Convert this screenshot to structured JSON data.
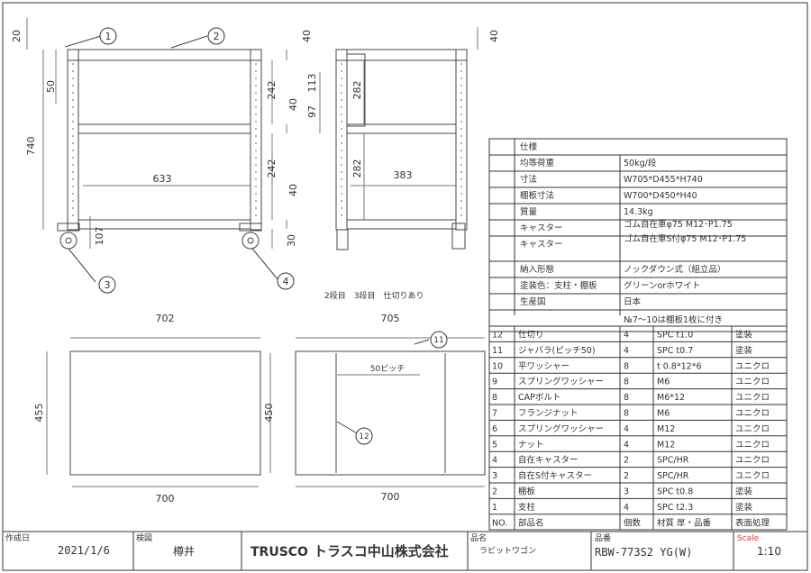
{
  "spec": {
    "header": "仕様",
    "rows": [
      {
        "label": "均等荷重",
        "value": "50kg/段"
      },
      {
        "label": "寸法",
        "value": "W705*D455*H740"
      },
      {
        "label": "棚板寸法",
        "value": "W700*D450*H40"
      },
      {
        "label": "質量",
        "value": "14.3kg"
      },
      {
        "label": "キャスター",
        "value": "ゴム自在車φ75 M12･P1.75"
      },
      {
        "label": "キャスター",
        "value": "ゴム自在車S付φ75 M12･P1.75"
      },
      {
        "label": "納入形態",
        "value": "ノックダウン式（組立品）"
      },
      {
        "label": "塗装色：支柱・棚板",
        "value": "グリーンorホワイト"
      },
      {
        "label": "生産国",
        "value": "日本"
      }
    ],
    "note": "№7～10は棚板1枚に付き"
  },
  "parts": [
    {
      "no": "12",
      "name": "仕切り",
      "qty": "4",
      "material": "SPC  t1.0",
      "finish": "塗装"
    },
    {
      "no": "11",
      "name": "ジャバラ(ピッチ50)",
      "qty": "4",
      "material": "SPC  t0.7",
      "finish": "塗装"
    },
    {
      "no": "10",
      "name": "平ワッシャー",
      "qty": "8",
      "material": "t 0.8*12*6",
      "finish": "ユニクロ"
    },
    {
      "no": "9",
      "name": "スプリングワッシャー",
      "qty": "8",
      "material": "M6",
      "finish": "ユニクロ"
    },
    {
      "no": "8",
      "name": "CAPボルト",
      "qty": "8",
      "material": "M6*12",
      "finish": "ユニクロ"
    },
    {
      "no": "7",
      "name": "フランジナット",
      "qty": "8",
      "material": "M6",
      "finish": "ユニクロ"
    },
    {
      "no": "6",
      "name": "スプリングワッシャー",
      "qty": "4",
      "material": "M12",
      "finish": "ユニクロ"
    },
    {
      "no": "5",
      "name": "ナット",
      "qty": "4",
      "material": "M12",
      "finish": "ユニクロ"
    },
    {
      "no": "4",
      "name": "自在キャスター",
      "qty": "2",
      "material": "SPC/HR",
      "finish": "ユニクロ"
    },
    {
      "no": "3",
      "name": "自在S付キャスター",
      "qty": "2",
      "material": "SPC/HR",
      "finish": "ユニクロ"
    },
    {
      "no": "2",
      "name": "棚板",
      "qty": "3",
      "material": "SPC  t0.8",
      "finish": "塗装"
    },
    {
      "no": "1",
      "name": "支柱",
      "qty": "4",
      "material": "SPC  t2.3",
      "finish": "塗装"
    }
  ],
  "parts_header": {
    "no": "NO.",
    "name": "部品名",
    "qty": "個数",
    "material": "材質 厚・品番",
    "finish": "表面処理"
  },
  "title_block": {
    "created_label": "作成日",
    "created_value": "2021/1/6",
    "checked_label": "検図",
    "checked_value": "樽井",
    "company_brand": "TRUSCO",
    "company_name": "トラスコ中山株式会社",
    "name_label": "品名",
    "name_value": "ラビットワゴン",
    "code_label": "品番",
    "code_value": "RBW-773S2 YG(W)",
    "scale_label": "Scale",
    "scale_value": "1:10"
  },
  "front_view": {
    "dims": {
      "d20": "20",
      "d50": "50",
      "d740": "740",
      "d242a": "242",
      "d40a": "40",
      "d242b": "242",
      "d40b": "40",
      "d633": "633",
      "d107": "107",
      "d30": "30",
      "d40top": "40"
    },
    "balloons": [
      "1",
      "2",
      "3",
      "4"
    ]
  },
  "side_view": {
    "dims": {
      "d40top": "40",
      "d113": "113",
      "d97": "97",
      "d282a": "282",
      "d282b": "282",
      "d383": "383"
    }
  },
  "note_shelves": "2段目　3段目　仕切りあり",
  "plan_left": {
    "top": "702",
    "left": "455",
    "bottom": "700"
  },
  "plan_right": {
    "top": "705",
    "left": "450",
    "bottom": "700",
    "pitch": "50ピッチ",
    "balloons": [
      "11",
      "12"
    ]
  }
}
